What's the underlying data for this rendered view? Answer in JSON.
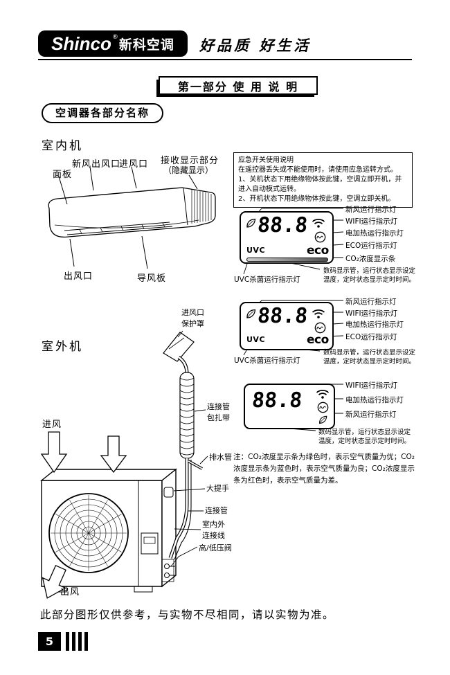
{
  "colors": {
    "ink": "#000000",
    "paper": "#ffffff"
  },
  "header": {
    "brand_en": "Shinco",
    "brand_reg": "®",
    "brand_cn": "新科空调",
    "slogan": "好品质 好生活"
  },
  "titles": {
    "part": "第一部分 使 用 说 明",
    "section": "空调器各部分名称",
    "indoor": "室内机",
    "outdoor": "室外机"
  },
  "indoor_labels": {
    "panel": "面板",
    "fresh_air_outlet": "新风出风口",
    "air_inlet": "进风口",
    "receiver_line1": "接收显示部分",
    "receiver_line2": "（隐藏显示）",
    "air_outlet": "出风口",
    "deflector": "导风板"
  },
  "emergency": {
    "title": "应急开关使用说明",
    "line1": "在遥控器丢失或不能使用时，请使用应急运转方式。",
    "line2": "1、关机状态下用绝缘物体按此键，空调立即开机，并",
    "line3": "进入自动模式运转。",
    "line4": "2、开机状态下用绝缘物体按此键，空调立即关机。"
  },
  "displays": [
    {
      "digits": "88.8",
      "uvc_text": "UVC",
      "eco_text": "eco",
      "label_fresh": "新风运行指示灯",
      "label_wifi": "WIFI运行指示灯",
      "label_heater": "电加热运行指示灯",
      "label_eco": "ECO运行指示灯",
      "label_co2": "CO₂浓度显示条",
      "label_uvc": "UVC杀菌运行指示灯",
      "label_digit_1": "数码显示管，运行状态显示设定",
      "label_digit_2": "温度，定时状态显示定时时间。"
    },
    {
      "digits": "88.8",
      "uvc_text": "UVC",
      "eco_text": "eco",
      "label_fresh": "新风运行指示灯",
      "label_wifi": "WIFI运行指示灯",
      "label_heater": "电加热运行指示灯",
      "label_eco": "ECO运行指示灯",
      "label_uvc": "UVC杀菌运行指示灯",
      "label_digit_1": "数码显示管，运行状态显示设定",
      "label_digit_2": "温度，定时状态显示定时时间。"
    },
    {
      "digits": "88.8",
      "label_wifi": "WIFI运行指示灯",
      "label_heater": "电加热运行指示灯",
      "label_fresh": "新风运行指示灯",
      "label_digit_1": "数码显示管，运行状态显示设定",
      "label_digit_2": "温度，定时状态显示定时时间。"
    }
  ],
  "co2_note": "注：CO₂浓度显示条为绿色时，表示空气质量为优；CO₂浓度显示条为蓝色时，表示空气质量为良；CO₂浓度显示条为红色时，表示空气质量为差。",
  "outdoor_labels": {
    "cover_line1": "进风口",
    "cover_line2": "保护罩",
    "band_line1": "连接管",
    "band_line2": "包扎带",
    "air_in": "进风",
    "drain": "排水管",
    "handle": "大提手",
    "pipe": "连接管",
    "wire_line1": "室内外",
    "wire_line2": "连接线",
    "valve": "高/低压阀",
    "air_out": "出风"
  },
  "footer": {
    "note": "此部分图形仅供参考，与实物不尽相同，请以实物为准。",
    "page_number": "5"
  }
}
